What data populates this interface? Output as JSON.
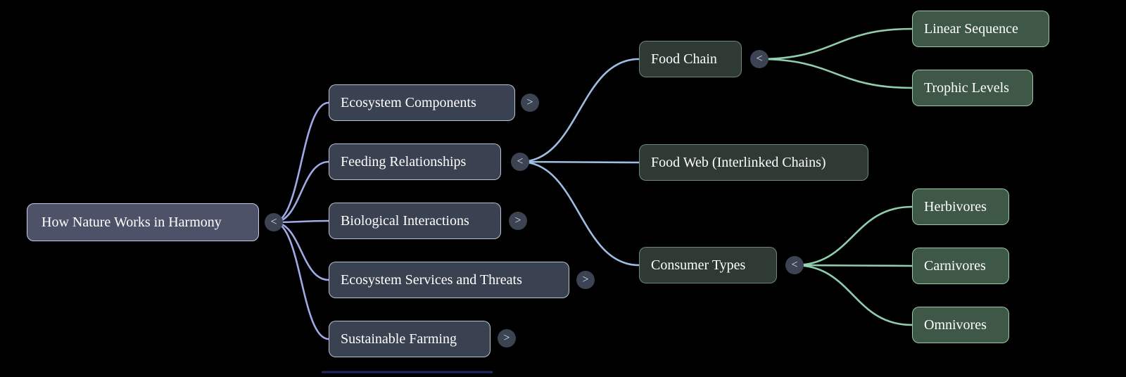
{
  "mindmap": {
    "root": {
      "label": "How Nature Works in Harmony",
      "toggle": "<"
    },
    "branches": [
      {
        "label": "Ecosystem Components",
        "toggle": ">"
      },
      {
        "label": "Feeding Relationships",
        "toggle": "<"
      },
      {
        "label": "Biological Interactions",
        "toggle": ">"
      },
      {
        "label": "Ecosystem Services and Threats",
        "toggle": ">"
      },
      {
        "label": "Sustainable Farming",
        "toggle": ">"
      }
    ],
    "subbranches": [
      {
        "label": "Food Chain",
        "toggle": "<"
      },
      {
        "label": "Food Web (Interlinked Chains)"
      },
      {
        "label": "Consumer Types",
        "toggle": "<"
      }
    ],
    "leaves": [
      {
        "label": "Linear Sequence"
      },
      {
        "label": "Trophic Levels"
      },
      {
        "label": "Herbivores"
      },
      {
        "label": "Carnivores"
      },
      {
        "label": "Omnivores"
      }
    ],
    "colors": {
      "background": "#000000",
      "root_fill": "#4e5268",
      "root_border": "#c7cdf2",
      "branch_fill": "#3a4150",
      "sub_fill": "#2f3a34",
      "leaf_fill": "#3e5746",
      "leaf_border": "#a5d6b4",
      "edge_purple": "#a9b3f2",
      "edge_blue": "#a5c8ee",
      "edge_green": "#97d8b5",
      "toggle_fill": "#3c4353",
      "text": "#ffffff"
    }
  }
}
